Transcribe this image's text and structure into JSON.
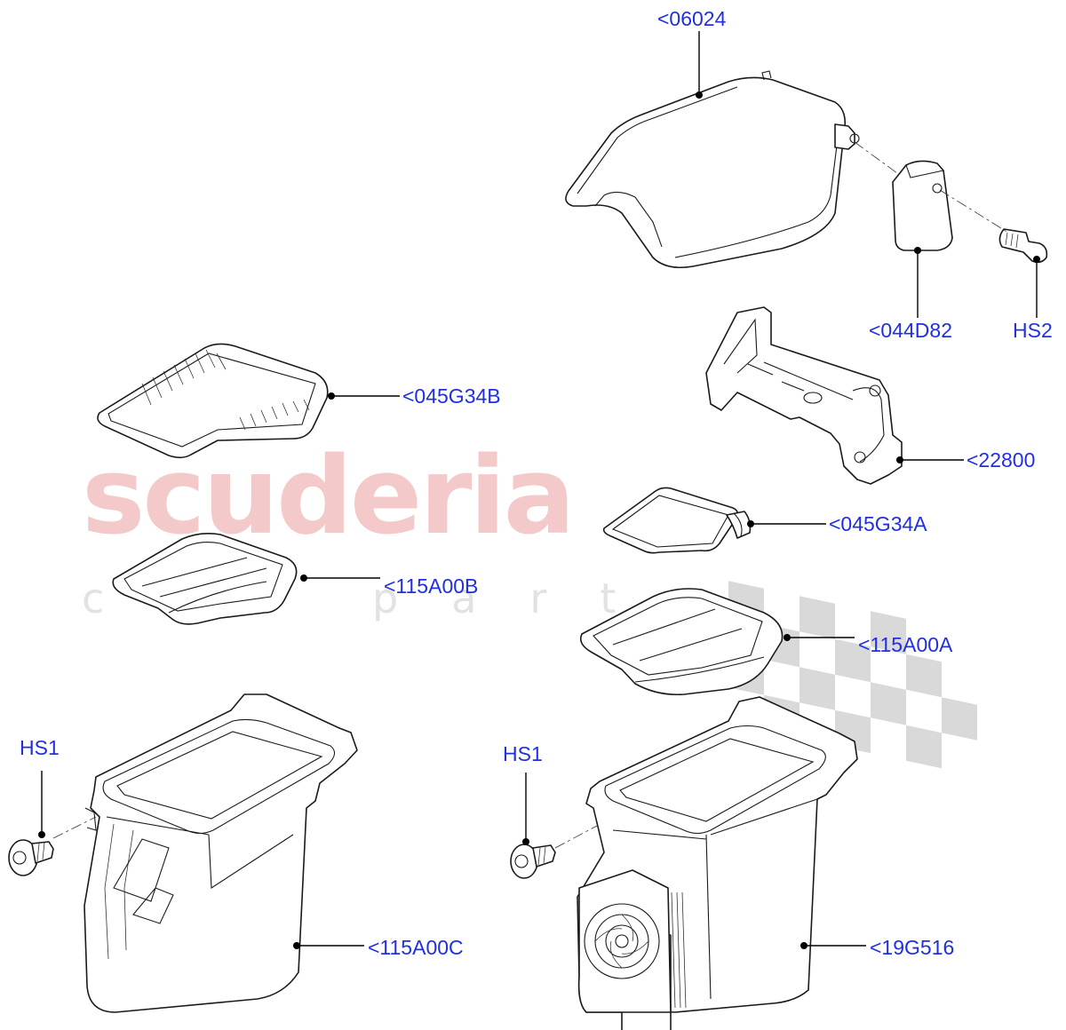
{
  "watermark": {
    "brand": "scuderia",
    "subtitle": "car parts"
  },
  "callouts": {
    "armrest_lid": "<06024",
    "hinge_cover": "<044D82",
    "screw_hs2": "HS2",
    "liner_mat": "<045G34B",
    "hinge_bracket": "<22800",
    "small_mat": "<045G34A",
    "tray_b": "<115A00B",
    "tray_a": "<115A00A",
    "screw_hs1_left": "HS1",
    "screw_hs1_right": "HS1",
    "bin_left": "<115A00C",
    "bin_right": "<19G516"
  },
  "colors": {
    "callout_text": "#2030e0",
    "watermark_red": "#f4c9c9",
    "line": "#000000"
  }
}
